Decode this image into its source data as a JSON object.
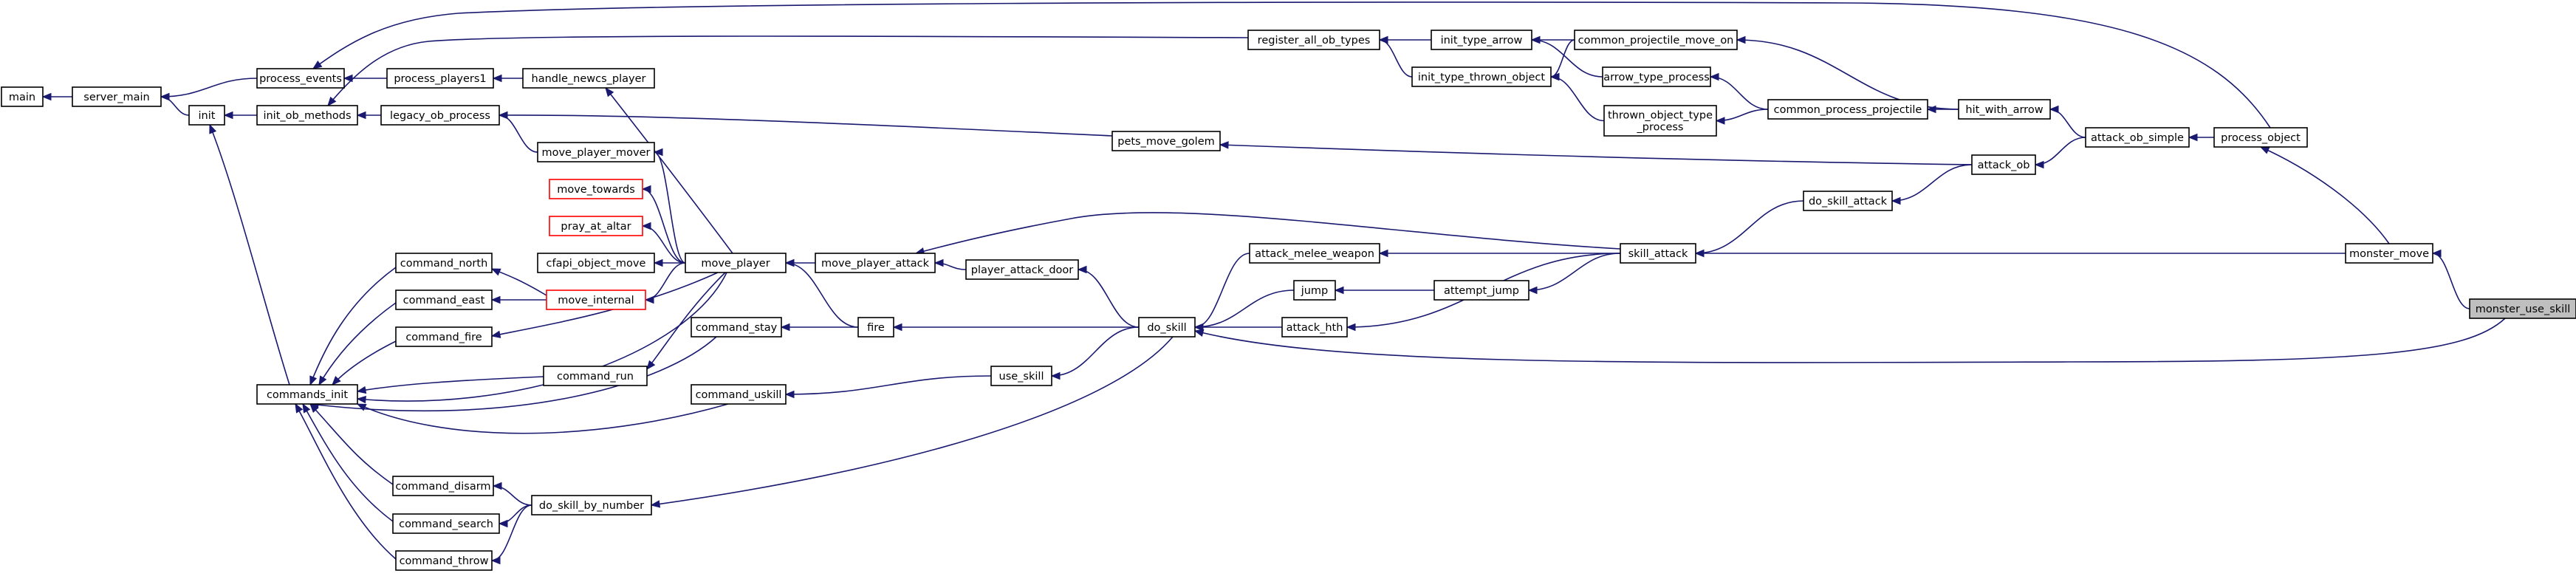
{
  "graph": {
    "kind": "call-graph",
    "colors": {
      "edge": "#191970",
      "node_border": "#000000",
      "node_border_truncated": "#ff0000",
      "root_fill": "#bfbfbf",
      "background": "#ffffff"
    },
    "nodes": [
      {
        "id": "main",
        "lines": [
          "main"
        ]
      },
      {
        "id": "server_main",
        "lines": [
          "server_main"
        ]
      },
      {
        "id": "init",
        "lines": [
          "init"
        ]
      },
      {
        "id": "process_events",
        "lines": [
          "process_events"
        ]
      },
      {
        "id": "init_ob_methods",
        "lines": [
          "init_ob_methods"
        ]
      },
      {
        "id": "process_players1",
        "lines": [
          "process_players1"
        ]
      },
      {
        "id": "handle_newcs_player",
        "lines": [
          "handle_newcs_player"
        ]
      },
      {
        "id": "legacy_ob_process",
        "lines": [
          "legacy_ob_process"
        ]
      },
      {
        "id": "move_player_mover",
        "lines": [
          "move_player_mover"
        ]
      },
      {
        "id": "move_towards",
        "lines": [
          "move_towards"
        ],
        "truncated": true
      },
      {
        "id": "pray_at_altar",
        "lines": [
          "pray_at_altar"
        ],
        "truncated": true
      },
      {
        "id": "cfapi_object_move",
        "lines": [
          "cfapi_object_move"
        ]
      },
      {
        "id": "move_player",
        "lines": [
          "move_player"
        ]
      },
      {
        "id": "command_north",
        "lines": [
          "command_north"
        ]
      },
      {
        "id": "command_east",
        "lines": [
          "command_east"
        ]
      },
      {
        "id": "move_internal",
        "lines": [
          "move_internal"
        ],
        "truncated": true
      },
      {
        "id": "command_fire",
        "lines": [
          "command_fire"
        ]
      },
      {
        "id": "command_stay",
        "lines": [
          "command_stay"
        ]
      },
      {
        "id": "command_run",
        "lines": [
          "command_run"
        ]
      },
      {
        "id": "commands_init",
        "lines": [
          "commands_init"
        ]
      },
      {
        "id": "command_uskill",
        "lines": [
          "command_uskill"
        ]
      },
      {
        "id": "command_disarm",
        "lines": [
          "command_disarm"
        ]
      },
      {
        "id": "command_search",
        "lines": [
          "command_search"
        ]
      },
      {
        "id": "command_throw",
        "lines": [
          "command_throw"
        ]
      },
      {
        "id": "do_skill_by_number",
        "lines": [
          "do_skill_by_number"
        ]
      },
      {
        "id": "move_player_attack",
        "lines": [
          "move_player_attack"
        ]
      },
      {
        "id": "player_attack_door",
        "lines": [
          "player_attack_door"
        ]
      },
      {
        "id": "fire",
        "lines": [
          "fire"
        ]
      },
      {
        "id": "use_skill",
        "lines": [
          "use_skill"
        ]
      },
      {
        "id": "do_skill",
        "lines": [
          "do_skill"
        ]
      },
      {
        "id": "register_all_ob_types",
        "lines": [
          "register_all_ob_types"
        ]
      },
      {
        "id": "pets_move_golem",
        "lines": [
          "pets_move_golem"
        ]
      },
      {
        "id": "attack_melee_weapon",
        "lines": [
          "attack_melee_weapon"
        ]
      },
      {
        "id": "jump",
        "lines": [
          "jump"
        ]
      },
      {
        "id": "attack_hth",
        "lines": [
          "attack_hth"
        ]
      },
      {
        "id": "init_type_arrow",
        "lines": [
          "init_type_arrow"
        ]
      },
      {
        "id": "init_type_thrown_object",
        "lines": [
          "init_type_thrown_object"
        ]
      },
      {
        "id": "attempt_jump",
        "lines": [
          "attempt_jump"
        ]
      },
      {
        "id": "common_projectile_move_on",
        "lines": [
          "common_projectile_move_on"
        ]
      },
      {
        "id": "arrow_type_process",
        "lines": [
          "arrow_type_process"
        ]
      },
      {
        "id": "thrown_object_type_process",
        "lines": [
          "thrown_object_type",
          "_process"
        ]
      },
      {
        "id": "skill_attack",
        "lines": [
          "skill_attack"
        ]
      },
      {
        "id": "common_process_projectile",
        "lines": [
          "common_process_projectile"
        ]
      },
      {
        "id": "do_skill_attack",
        "lines": [
          "do_skill_attack"
        ]
      },
      {
        "id": "hit_with_arrow",
        "lines": [
          "hit_with_arrow"
        ]
      },
      {
        "id": "attack_ob",
        "lines": [
          "attack_ob"
        ]
      },
      {
        "id": "attack_ob_simple",
        "lines": [
          "attack_ob_simple"
        ]
      },
      {
        "id": "process_object",
        "lines": [
          "process_object"
        ]
      },
      {
        "id": "monster_move",
        "lines": [
          "monster_move"
        ]
      },
      {
        "id": "monster_use_skill",
        "lines": [
          "monster_use_skill"
        ],
        "root": true
      }
    ],
    "edges": [
      [
        "server_main",
        "main"
      ],
      [
        "init",
        "server_main"
      ],
      [
        "process_events",
        "server_main"
      ],
      [
        "init_ob_methods",
        "init"
      ],
      [
        "commands_init",
        "init"
      ],
      [
        "process_players1",
        "process_events"
      ],
      [
        "legacy_ob_process",
        "init_ob_methods"
      ],
      [
        "handle_newcs_player",
        "process_players1"
      ],
      [
        "move_player",
        "handle_newcs_player"
      ],
      [
        "move_player_mover",
        "legacy_ob_process"
      ],
      [
        "pets_move_golem",
        "legacy_ob_process"
      ],
      [
        "move_player",
        "move_player_mover"
      ],
      [
        "move_player",
        "move_towards"
      ],
      [
        "move_player",
        "pray_at_altar"
      ],
      [
        "move_player",
        "cfapi_object_move"
      ],
      [
        "move_player",
        "move_internal"
      ],
      [
        "move_player",
        "command_fire"
      ],
      [
        "move_player",
        "command_run"
      ],
      [
        "move_player",
        "commands_init"
      ],
      [
        "move_internal",
        "command_north"
      ],
      [
        "move_internal",
        "command_east"
      ],
      [
        "command_north",
        "commands_init"
      ],
      [
        "command_east",
        "commands_init"
      ],
      [
        "command_fire",
        "commands_init"
      ],
      [
        "command_stay",
        "commands_init"
      ],
      [
        "command_run",
        "commands_init"
      ],
      [
        "command_uskill",
        "commands_init"
      ],
      [
        "command_disarm",
        "commands_init"
      ],
      [
        "command_search",
        "commands_init"
      ],
      [
        "command_throw",
        "commands_init"
      ],
      [
        "do_skill_by_number",
        "command_disarm"
      ],
      [
        "do_skill_by_number",
        "command_search"
      ],
      [
        "do_skill_by_number",
        "command_throw"
      ],
      [
        "fire",
        "command_stay"
      ],
      [
        "use_skill",
        "command_uskill"
      ],
      [
        "do_skill",
        "do_skill_by_number"
      ],
      [
        "move_player_attack",
        "move_player"
      ],
      [
        "fire",
        "move_player"
      ],
      [
        "player_attack_door",
        "move_player_attack"
      ],
      [
        "skill_attack",
        "move_player_attack"
      ],
      [
        "do_skill",
        "player_attack_door"
      ],
      [
        "do_skill",
        "fire"
      ],
      [
        "do_skill",
        "use_skill"
      ],
      [
        "attack_melee_weapon",
        "do_skill"
      ],
      [
        "jump",
        "do_skill"
      ],
      [
        "attack_hth",
        "do_skill"
      ],
      [
        "monster_use_skill",
        "do_skill"
      ],
      [
        "init_type_arrow",
        "register_all_ob_types"
      ],
      [
        "init_type_thrown_object",
        "register_all_ob_types"
      ],
      [
        "register_all_ob_types",
        "init_ob_methods"
      ],
      [
        "attack_ob",
        "pets_move_golem"
      ],
      [
        "skill_attack",
        "attack_melee_weapon"
      ],
      [
        "attempt_jump",
        "jump"
      ],
      [
        "skill_attack",
        "attempt_jump"
      ],
      [
        "skill_attack",
        "attack_hth"
      ],
      [
        "common_projectile_move_on",
        "init_type_arrow"
      ],
      [
        "arrow_type_process",
        "init_type_arrow"
      ],
      [
        "common_projectile_move_on",
        "init_type_thrown_object"
      ],
      [
        "thrown_object_type_process",
        "init_type_thrown_object"
      ],
      [
        "common_process_projectile",
        "arrow_type_process"
      ],
      [
        "common_process_projectile",
        "thrown_object_type_process"
      ],
      [
        "hit_with_arrow",
        "common_projectile_move_on"
      ],
      [
        "hit_with_arrow",
        "common_process_projectile"
      ],
      [
        "attack_ob_simple",
        "hit_with_arrow"
      ],
      [
        "do_skill_attack",
        "skill_attack"
      ],
      [
        "attack_ob",
        "do_skill_attack"
      ],
      [
        "attack_ob_simple",
        "attack_ob"
      ],
      [
        "process_object",
        "attack_ob_simple"
      ],
      [
        "monster_move",
        "skill_attack"
      ],
      [
        "monster_use_skill",
        "monster_move"
      ],
      [
        "monster_move",
        "process_object"
      ],
      [
        "process_object",
        "process_events"
      ]
    ]
  }
}
